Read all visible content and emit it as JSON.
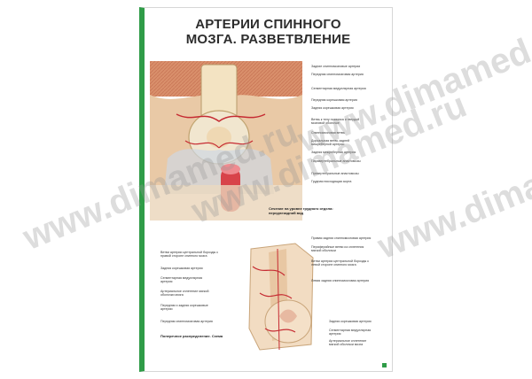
{
  "title_line1": "АРТЕРИИ СПИННОГО",
  "title_line2": "МОЗГА. РАЗВЕТВЛЕНИЕ",
  "top_labels": [
    "Задние спинномозговые артерии",
    "Передняя спинномозговая артерия",
    "Сегментарная медуллярная артерия",
    "Передняя корешковая артерия",
    "Задняя корешковая артерия",
    "Ветвь к телу позвонка и твердой мозговой оболочке",
    "Спинномозговая ветвь",
    "Дорсальная ветвь задней межреберной артерии",
    "Задняя межреберная артерия",
    "Паравертебральные анастомозы",
    "Превертебральные анастомозы",
    "Грудная нисходящая аорта"
  ],
  "section_caption": "Сечение на уровне грудного отдела: переднезадний вид",
  "bottom_right_labels": [
    "Правая задняя спинномозговая артерия",
    "Периферийные ветви из сплетения мягкой оболочки",
    "Ветви артерии центральной борозды к левой стороне спинного мозга",
    "Левая задняя спинномозговая артерия",
    "Задняя корешковая артерия",
    "Сегментарная медуллярная артерия",
    "Артериальное сплетение мягкой оболочки мозга"
  ],
  "bottom_left_labels": [
    "Ветви артерии центральной борозды к правой стороне спинного мозга",
    "Задняя корешковая артерия",
    "Сегментарная медуллярная артерия",
    "Артериальное сплетение мягкой оболочки мозга",
    "Передняя и задняя корешковые артерии",
    "Передняя спинномозговая артерия"
  ],
  "bottom_caption": "Поперечное распределение. Схема",
  "watermark": "www.dimamed.ru",
  "colors": {
    "accent": "#2f9c48"
  }
}
